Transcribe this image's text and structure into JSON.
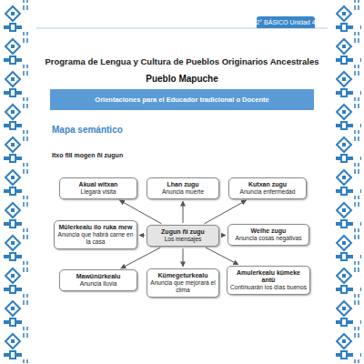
{
  "diagram": {
    "title": "Programa de Lengua y Cultura de Pueblos Originarios Ancestrales",
    "nodes": [
      {
        "text": [
          "2° BÁSICO Unidad 4"
        ]
      },
      {
        "text": [
          "Orientaciones para el Educador tradicional o Docente"
        ]
      },
      {
        "text": [
          "Akual witxan",
          "Llegará visita"
        ]
      },
      {
        "text": [
          "Lhan zugu",
          "Anuncia muerte"
        ]
      },
      {
        "text": [
          "Kutxan zugu",
          "Anuncia enfermedad"
        ]
      },
      {
        "text": [
          "Mülerkealu ilo ruka mew",
          "Anuncia que habrá carne en la casa"
        ]
      },
      {
        "text": [
          "Zugun ñi zugu",
          "Los mensajes"
        ]
      },
      {
        "text": [
          "Welhe zugu",
          "Anuncia cosas negativas"
        ]
      },
      {
        "text": [
          "Mawünürkealu",
          "Anuncia lluvia"
        ]
      },
      {
        "text": [
          "Kümegeturkealu",
          "Anuncia que mejorará el clima"
        ]
      },
      {
        "text": [
          "Amulerkealu kümeke antü",
          "Continuarán los días buenos"
        ]
      }
    ],
    "edges": [
      {
        "from": 6,
        "to": 2,
        "arrow": "to"
      },
      {
        "from": 6,
        "to": 3,
        "arrow": "to"
      },
      {
        "from": 6,
        "to": 4,
        "arrow": "to"
      },
      {
        "from": 6,
        "to": 5,
        "arrow": "to"
      },
      {
        "from": 6,
        "to": 7,
        "arrow": "to"
      },
      {
        "from": 6,
        "to": 8,
        "arrow": "to"
      },
      {
        "from": 6,
        "to": 9,
        "arrow": "to"
      },
      {
        "from": 6,
        "to": 10,
        "arrow": "to"
      }
    ],
    "labels": [
      "Pueblo Mapuche",
      "Mapa semántico",
      "Itxo fill mogen ñi zugun"
    ]
  }
}
